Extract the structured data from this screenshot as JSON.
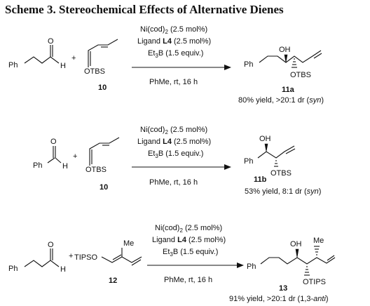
{
  "title": "Scheme 3. Stereochemical Effects of Alternative Dienes",
  "atoms": {
    "ph": "Ph",
    "o": "O",
    "h": "H",
    "oh": "OH",
    "otbs": "OTBS",
    "otips": "OTIPS",
    "tipso": "TIPSO",
    "me": "Me",
    "plus": "+"
  },
  "conditions": {
    "ni_pre": "Ni(cod)",
    "ni_sub": "2",
    "ni_post": " (2.5 mol%)",
    "lig_pre": "Ligand ",
    "lig_bold": "L4",
    "lig_post": " (2.5 mol%)",
    "et_pre": "Et",
    "et_sub": "3",
    "et_post": "B (1.5 equiv.)",
    "solvent": "PhMe, rt, 16 h"
  },
  "reactions": [
    {
      "diene_label": "10",
      "product_label": "11a",
      "yield_pre": "80% yield, >20:1 dr (",
      "yield_italic": "syn",
      "yield_post": ")"
    },
    {
      "diene_label": "10",
      "product_label": "11b",
      "yield_pre": "53% yield, 8:1 dr (",
      "yield_italic": "syn",
      "yield_post": ")"
    },
    {
      "diene_label": "12",
      "product_label": "13",
      "yield_pre": "91% yield, >20:1 dr (1,3-",
      "yield_italic": "anti",
      "yield_post": ")"
    }
  ]
}
